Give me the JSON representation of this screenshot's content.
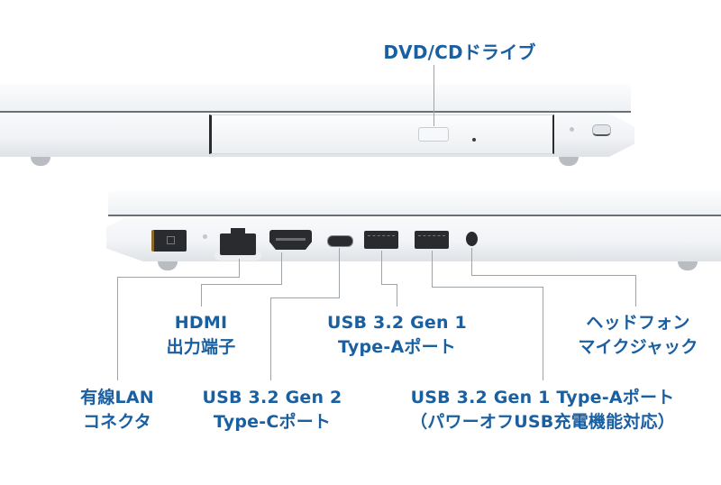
{
  "title_label": "DVD/CDドライブ",
  "colors": {
    "label_text": "#1a5fa0",
    "leader_line": "#9ea3a8",
    "port_dark": "#2a2b2e",
    "chassis_white": "#f3f5f7"
  },
  "top_view": {
    "description": "Laptop right side",
    "components": [
      "optical-drive-tray",
      "eject-button",
      "emergency-eject-hole",
      "power-led",
      "security-lock-slot"
    ]
  },
  "bottom_view": {
    "description": "Laptop left side",
    "ports": [
      {
        "id": "dc-in",
        "icon": "power-jack-icon"
      },
      {
        "id": "led",
        "icon": "led-indicator-icon"
      },
      {
        "id": "lan",
        "icon": "ethernet-port-icon"
      },
      {
        "id": "hdmi",
        "icon": "hdmi-port-icon"
      },
      {
        "id": "usb-c",
        "icon": "usb-c-port-icon"
      },
      {
        "id": "usb-a-1",
        "icon": "usb-a-port-icon"
      },
      {
        "id": "usb-a-2",
        "icon": "usb-a-port-icon"
      },
      {
        "id": "audio",
        "icon": "audio-jack-icon"
      }
    ]
  },
  "labels": {
    "hdmi": {
      "line1": "HDMI",
      "line2": "出力端子"
    },
    "usb_a_gen1": {
      "line1": "USB 3.2 Gen 1",
      "line2": "Type-Aポート"
    },
    "headphone": {
      "line1": "ヘッドフォン",
      "line2": "マイクジャック"
    },
    "lan": {
      "line1": "有線LAN",
      "line2": "コネクタ"
    },
    "usb_c_gen2": {
      "line1": "USB 3.2 Gen 2",
      "line2": "Type-Cポート"
    },
    "usb_a_poweroff": {
      "line1": "USB 3.2 Gen 1 Type-Aポート",
      "line2": "（パワーオフUSB充電機能対応）"
    }
  }
}
